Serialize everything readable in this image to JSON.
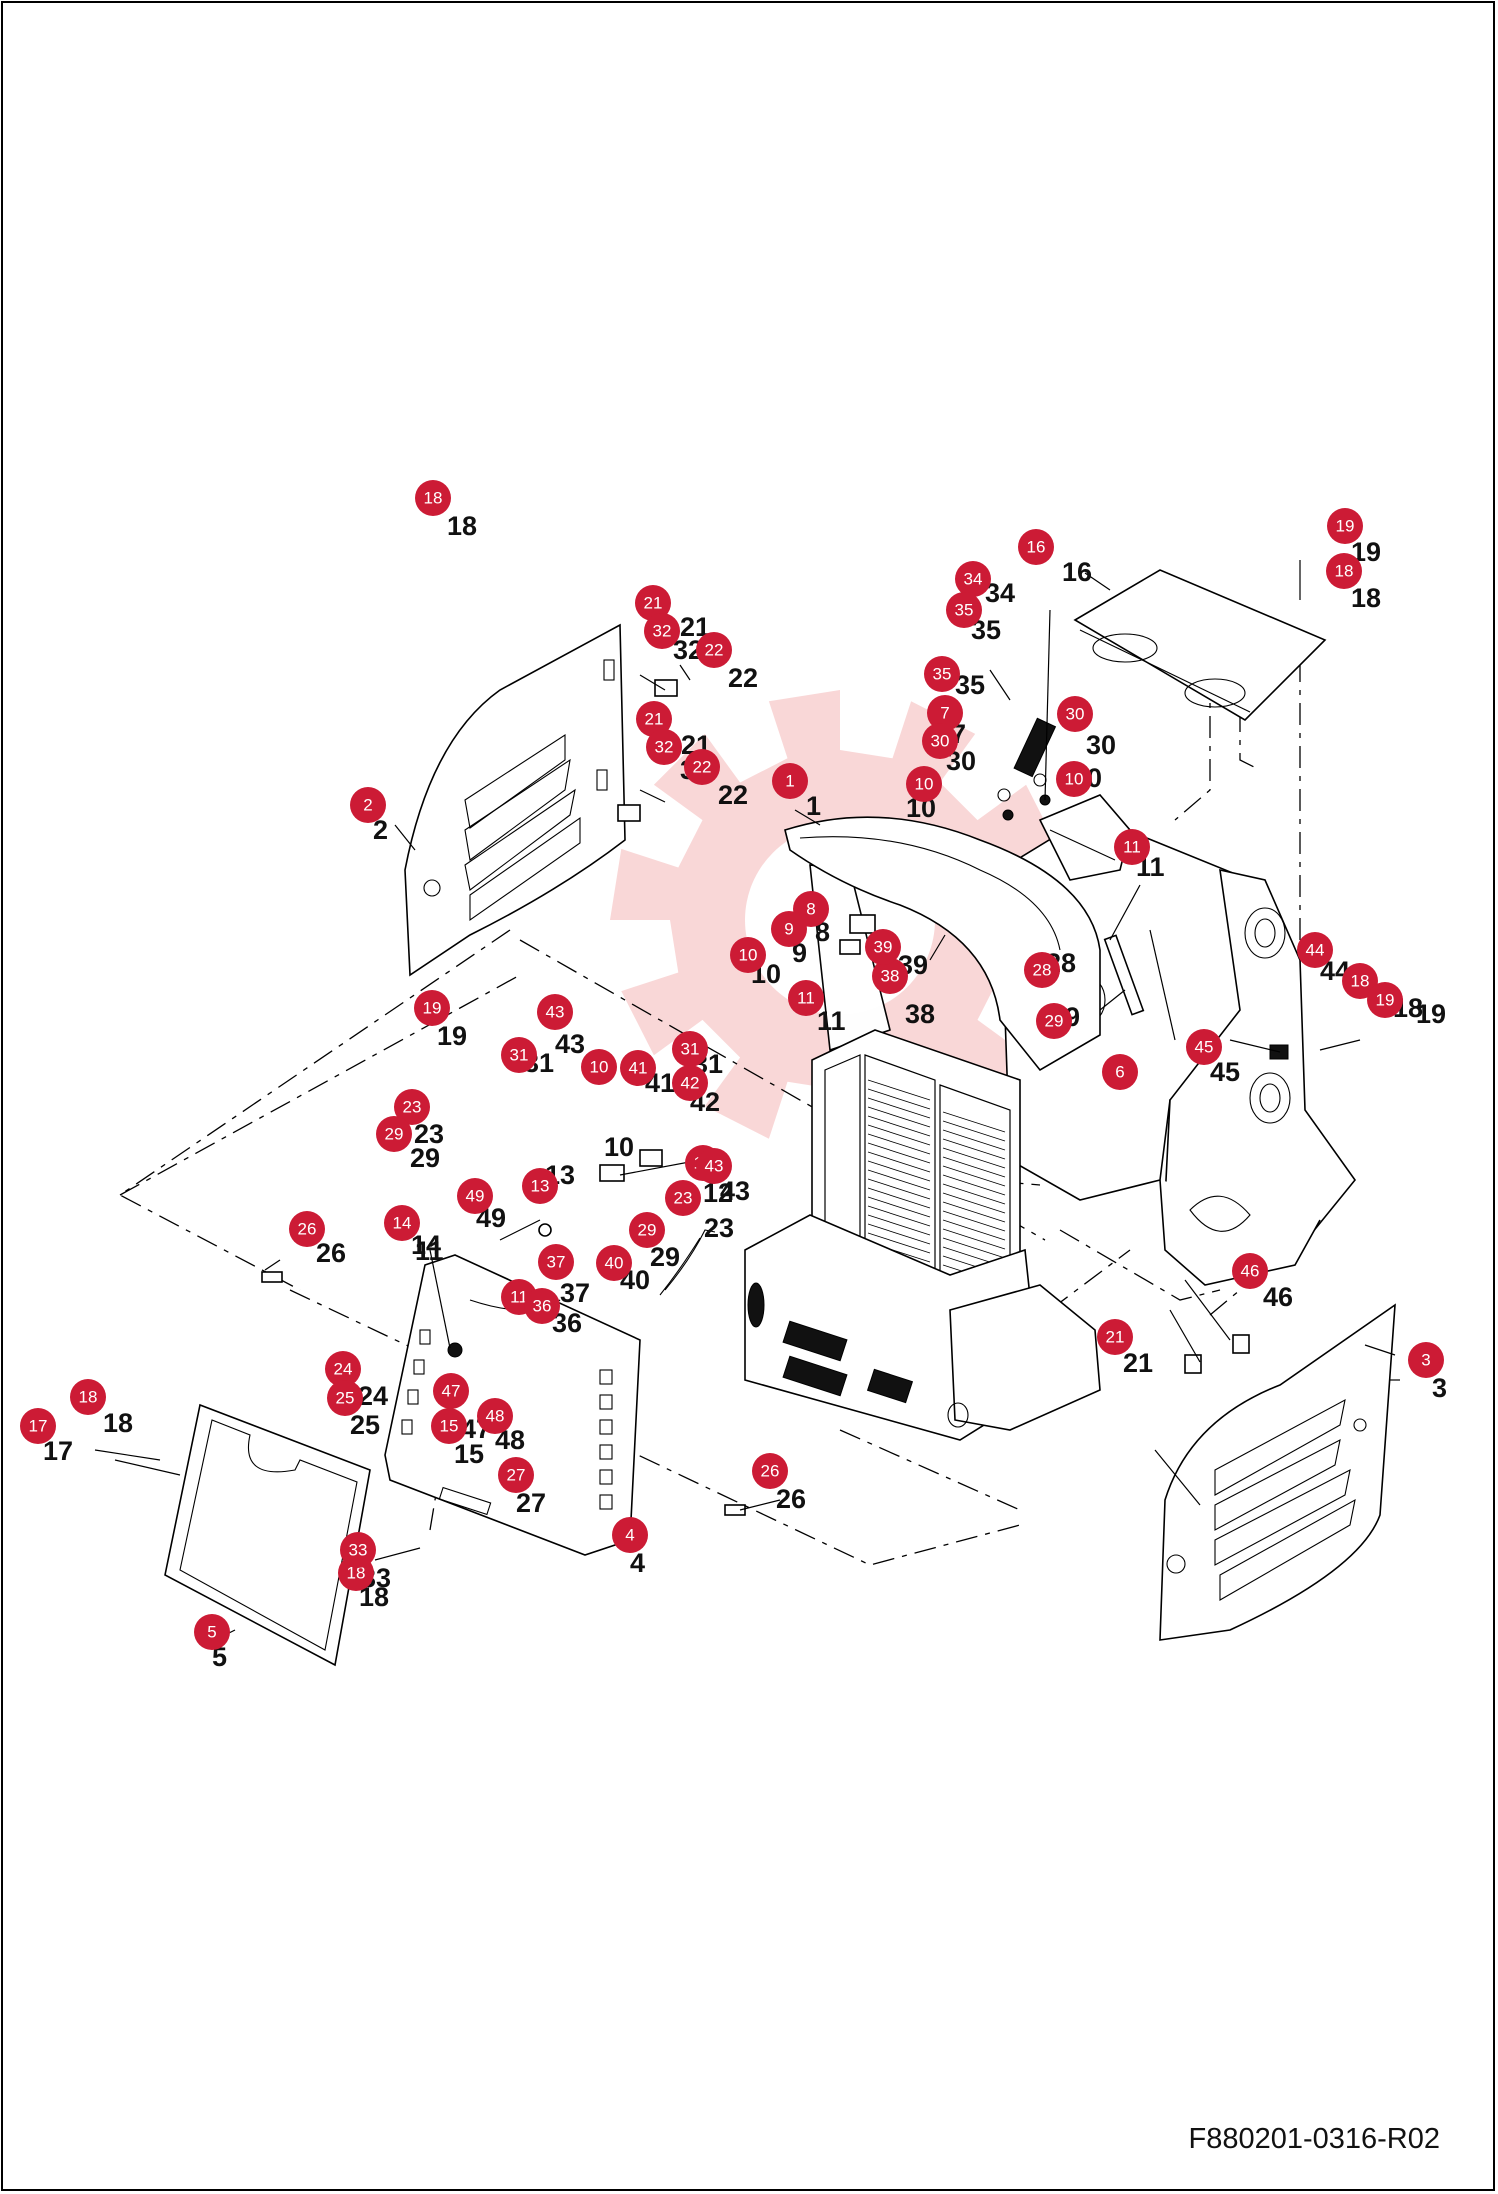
{
  "reference_code": "F880201-0316-R02",
  "colors": {
    "bubble": "#cc1b35",
    "line": "#000000",
    "watermark": "#f4b6b6",
    "background": "#ffffff"
  },
  "callouts": [
    {
      "n": "1"
    },
    {
      "n": "2"
    },
    {
      "n": "3"
    },
    {
      "n": "4"
    },
    {
      "n": "5"
    },
    {
      "n": "6"
    },
    {
      "n": "7"
    },
    {
      "n": "8"
    },
    {
      "n": "9"
    },
    {
      "n": "10"
    },
    {
      "n": "10"
    },
    {
      "n": "10"
    },
    {
      "n": "10"
    },
    {
      "n": "11"
    },
    {
      "n": "11"
    },
    {
      "n": "11"
    },
    {
      "n": "12"
    },
    {
      "n": "13"
    },
    {
      "n": "14"
    },
    {
      "n": "15"
    },
    {
      "n": "16"
    },
    {
      "n": "17"
    },
    {
      "n": "18"
    },
    {
      "n": "18"
    },
    {
      "n": "18"
    },
    {
      "n": "18"
    },
    {
      "n": "18"
    },
    {
      "n": "19"
    },
    {
      "n": "19"
    },
    {
      "n": "19"
    },
    {
      "n": "21"
    },
    {
      "n": "21"
    },
    {
      "n": "21"
    },
    {
      "n": "22"
    },
    {
      "n": "22"
    },
    {
      "n": "23"
    },
    {
      "n": "23"
    },
    {
      "n": "24"
    },
    {
      "n": "25"
    },
    {
      "n": "26"
    },
    {
      "n": "26"
    },
    {
      "n": "27"
    },
    {
      "n": "28"
    },
    {
      "n": "29"
    },
    {
      "n": "29"
    },
    {
      "n": "29"
    },
    {
      "n": "30"
    },
    {
      "n": "30"
    },
    {
      "n": "31"
    },
    {
      "n": "31"
    },
    {
      "n": "32"
    },
    {
      "n": "32"
    },
    {
      "n": "33"
    },
    {
      "n": "34"
    },
    {
      "n": "35"
    },
    {
      "n": "35"
    },
    {
      "n": "36"
    },
    {
      "n": "37"
    },
    {
      "n": "38"
    },
    {
      "n": "39"
    },
    {
      "n": "40"
    },
    {
      "n": "41"
    },
    {
      "n": "42"
    },
    {
      "n": "43"
    },
    {
      "n": "43"
    },
    {
      "n": "44"
    },
    {
      "n": "45"
    },
    {
      "n": "46"
    },
    {
      "n": "47"
    },
    {
      "n": "48"
    },
    {
      "n": "49"
    }
  ]
}
